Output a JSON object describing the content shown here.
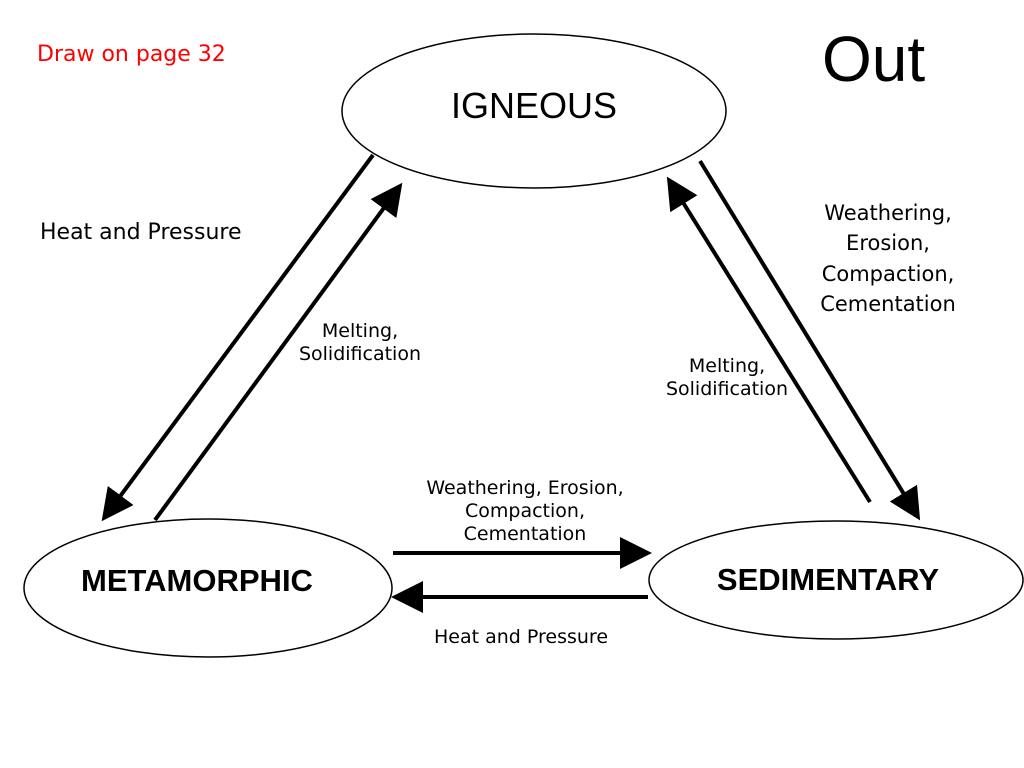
{
  "note": "Draw on page 32",
  "title": "Out",
  "nodes": {
    "igneous": "IGNEOUS",
    "metamorphic": "METAMORPHIC",
    "sedimentary": "SEDIMENTARY"
  },
  "processes": {
    "igneous_to_metamorphic": "Heat and Pressure",
    "metamorphic_to_igneous": [
      "Melting,",
      "Solidification"
    ],
    "sedimentary_to_igneous": [
      "Melting,",
      "Solidification"
    ],
    "igneous_to_sedimentary": [
      "Weathering,",
      "Erosion,",
      "Compaction,",
      "Cementation"
    ],
    "metamorphic_to_sedimentary": [
      "Weathering, Erosion,",
      "Compaction,",
      "Cementation"
    ],
    "sedimentary_to_metamorphic": "Heat and Pressure"
  }
}
